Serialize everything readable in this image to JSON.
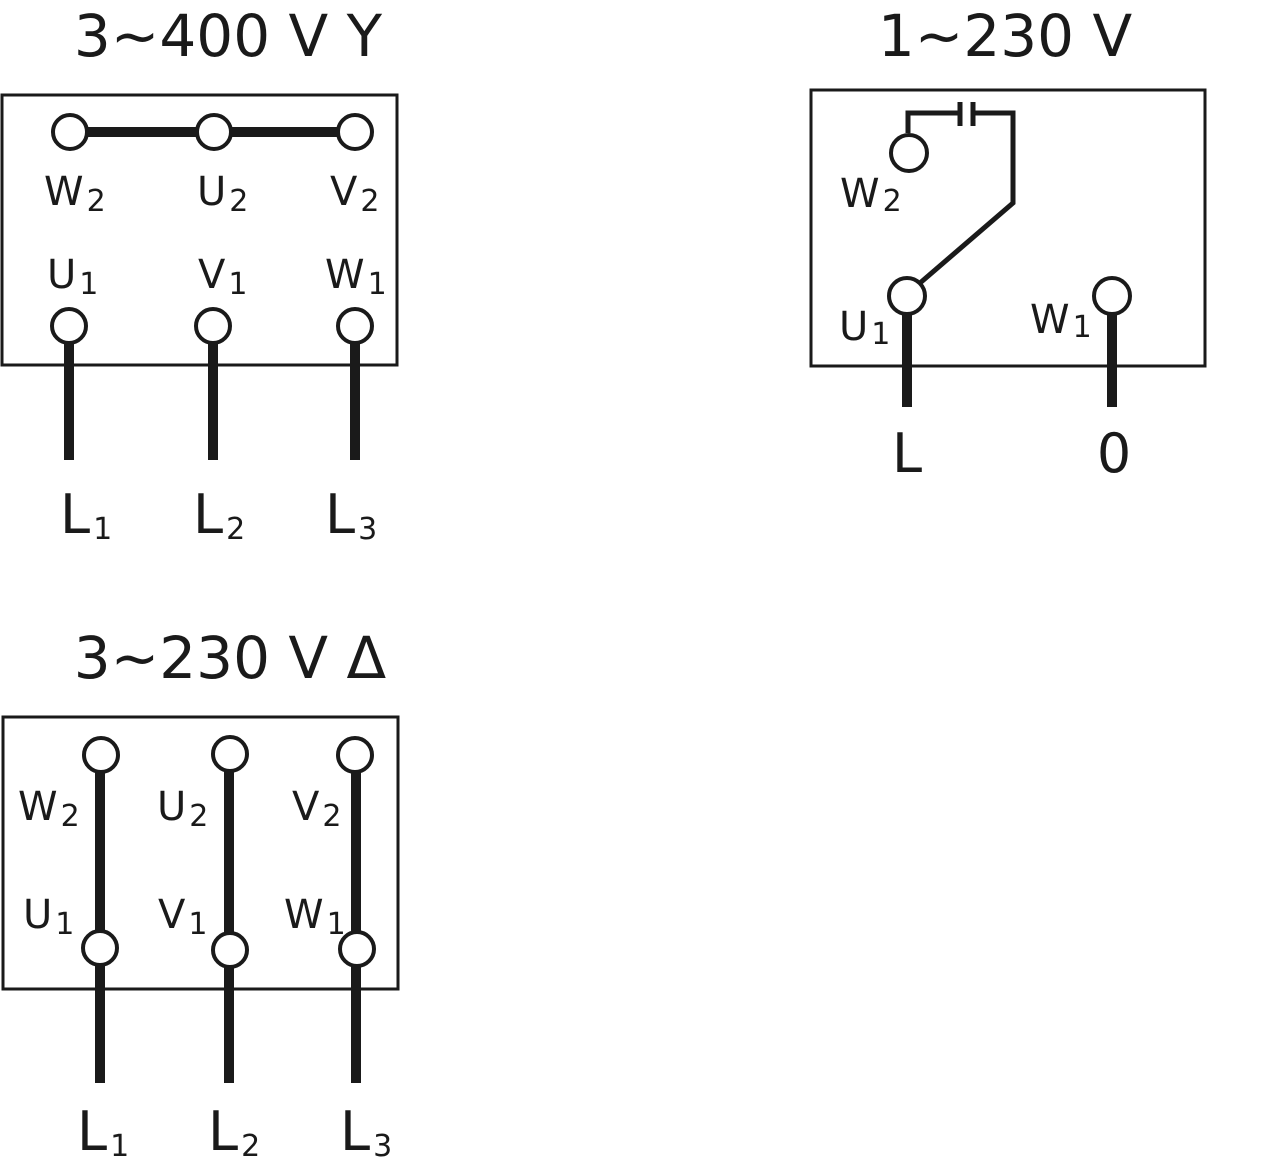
{
  "diagrams": {
    "star": {
      "title": "3~400 V Y",
      "top": [
        {
          "l": "W",
          "s": "2"
        },
        {
          "l": "U",
          "s": "2"
        },
        {
          "l": "V",
          "s": "2"
        }
      ],
      "bottom": [
        {
          "l": "U",
          "s": "1"
        },
        {
          "l": "V",
          "s": "1"
        },
        {
          "l": "W",
          "s": "1"
        }
      ],
      "lines": [
        {
          "l": "L",
          "s": "1"
        },
        {
          "l": "L",
          "s": "2"
        },
        {
          "l": "L",
          "s": "3"
        }
      ]
    },
    "single": {
      "title": "1~230 V",
      "w2": {
        "l": "W",
        "s": "2"
      },
      "u1": {
        "l": "U",
        "s": "1"
      },
      "w1": {
        "l": "W",
        "s": "1"
      },
      "line": "L",
      "neutral": "0"
    },
    "delta": {
      "title": "3~230 V Δ",
      "top": [
        {
          "l": "W",
          "s": "2"
        },
        {
          "l": "U",
          "s": "2"
        },
        {
          "l": "V",
          "s": "2"
        }
      ],
      "bottom": [
        {
          "l": "U",
          "s": "1"
        },
        {
          "l": "V",
          "s": "1"
        },
        {
          "l": "W",
          "s": "1"
        }
      ],
      "lines": [
        {
          "l": "L",
          "s": "1"
        },
        {
          "l": "L",
          "s": "2"
        },
        {
          "l": "L",
          "s": "3"
        }
      ]
    }
  }
}
